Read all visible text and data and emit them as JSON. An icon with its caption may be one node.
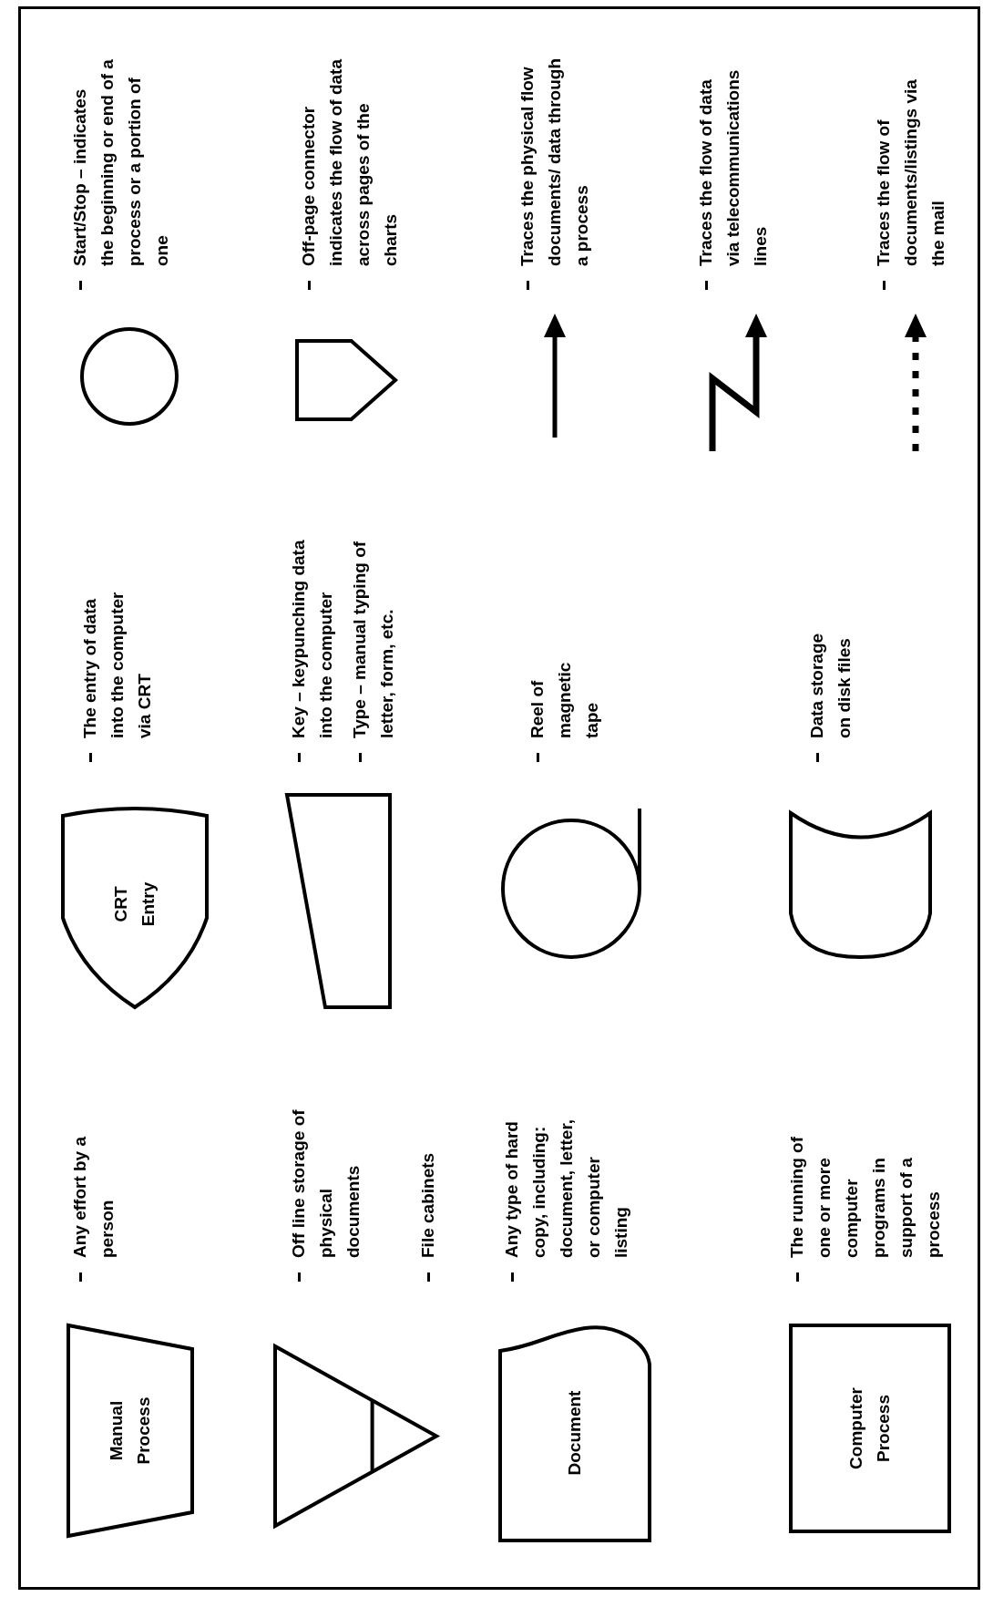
{
  "diagram": {
    "nodes": [
      {
        "text": [
          "Manual Process"
        ]
      },
      {
        "text": [
          "CRT Entry"
        ]
      },
      {
        "text": [],
        "shape": "circle"
      },
      {
        "text": [],
        "shape": "triangle"
      },
      {
        "text": [],
        "shape": "trapezoid"
      },
      {
        "text": [],
        "shape": "pentagon"
      },
      {
        "text": [
          "Document"
        ]
      },
      {
        "text": [],
        "shape": "reel"
      },
      {
        "text": [
          "Computer Process"
        ]
      },
      {
        "text": [],
        "shape": "drum"
      }
    ],
    "labels": [
      "Any effort by a person",
      "The entry of data into the computer via CRT",
      "Start/Stop – indicates the beginning or end of a process or a portion of one",
      "Off line storage of physical documents",
      "File cabinets",
      "Key – keypunching data into the computer",
      "Type – manual typing of letter, form, etc.",
      "Off-page connector indicates the flow of data across pages of the charts",
      "Any type of hard copy, including: document, letter, or computer listing",
      "Reel of magnetic tape",
      "Traces the physical flow documents/ data through a process",
      "Traces the flow of data via telecommunications lines",
      "The running of one or more computer programs in support of a process",
      "Data storage on disk files",
      "Traces the flow of documents/listings via the mail"
    ]
  }
}
